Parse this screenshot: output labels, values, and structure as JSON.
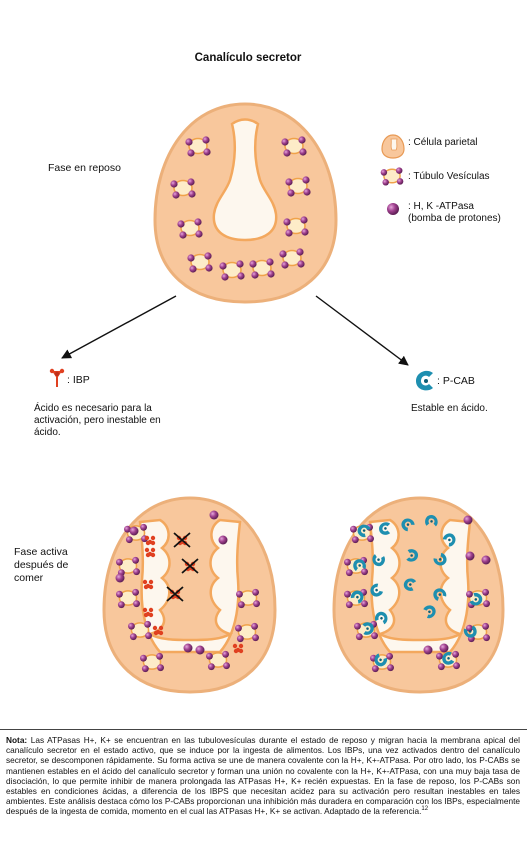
{
  "title": "Canalículo secretor",
  "rest_phase_label": "Fase en reposo",
  "active_phase_label": "Fase activa después de comer",
  "legend": {
    "parietal_cell": ": Célula parietal",
    "tubulovesicles": ": Túbulo Vesículas",
    "atpase": ": H, K -ATPasa (bomba de protones)"
  },
  "ibp": {
    "label": ": IBP",
    "description": "Ácido es necesario para la activación, pero inestable en ácido."
  },
  "pcab": {
    "label": ": P-CAB",
    "description": "Estable en ácido."
  },
  "note": {
    "prefix": "Nota:",
    "text": " Las ATPasas H+, K+ se encuentran en las tubulovesículas durante el estado de reposo y migran hacia la membrana apical del canalículo secretor en el estado activo, que se induce por la ingesta de alimentos. Los IBPs, una vez activados dentro del canalículo secretor, se descomponen rápidamente. Su forma activa se une de manera covalente con la H+, K+-ATPasa. Por otro lado, los P-CABs se mantienen estables en el ácido del canalículo secretor y forman una unión no covalente con la H+, K+-ATPasa, con una muy baja tasa de disociación, lo que permite inhibir de manera prolongada las ATPasas H+, K+ recién expuestas. En la fase de reposo, los P-CABs son estables en condiciones ácidas, a diferencia de los IBPS que necesitan acidez para su activación pero resultan inestables en tales ambientes. Este análisis destaca cómo los P-CABs proporcionan una inhibición más duradera en comparación con los IBPs, especialmente después de la ingesta de comida, momento en el cual las ATPasas H+, K+ se activan. Adaptado de la referencia.",
    "ref": "12"
  },
  "colors": {
    "cell_fill": "#f8c79c",
    "cell_stroke": "#e89a55",
    "lumen": "#fdf7ee",
    "vesicle": "#fdecc8",
    "atpase": "#a0418f",
    "ibp": "#e04020",
    "pcab": "#1e8fb0"
  }
}
